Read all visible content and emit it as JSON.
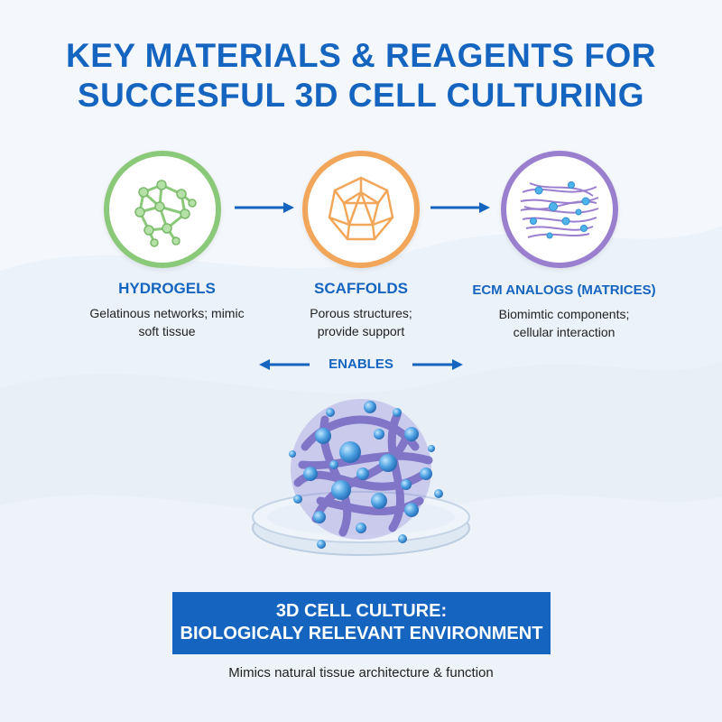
{
  "title": {
    "line1": "KEY MATERIALS & REAGENTS FOR",
    "line2": "SUCCESFUL 3D CELL CULTURING"
  },
  "materials": [
    {
      "label": "HYDROGELS",
      "desc_line1": "Gelatinous networks; mimic",
      "desc_line2": "soft tissue",
      "icon": "hydrogel-network-icon",
      "color": "#8bc97a"
    },
    {
      "label": "SCAFFOLDS",
      "desc_line1": "Porous structures;",
      "desc_line2": "provide support",
      "icon": "scaffold-polyhedron-icon",
      "color": "#f2a65a"
    },
    {
      "label": "ECM ANALOGS (MATRICES)",
      "desc_line1": "Biomimtic components;",
      "desc_line2": "cellular interaction",
      "icon": "ecm-fiber-matrix-icon",
      "color": "#9b7fcf"
    }
  ],
  "enables_label": "ENABLES",
  "banner": {
    "line1": "3D CELL CULTURE:",
    "line2": "BIOLOGICALY RELEVANT ENVIRONMENT"
  },
  "caption": "Mimics natural tissue architecture & function",
  "colors": {
    "accent": "#1565c0",
    "background": "#f4f8fc",
    "cell": "#4a9fe0",
    "fiber": "#7a6cc4"
  }
}
